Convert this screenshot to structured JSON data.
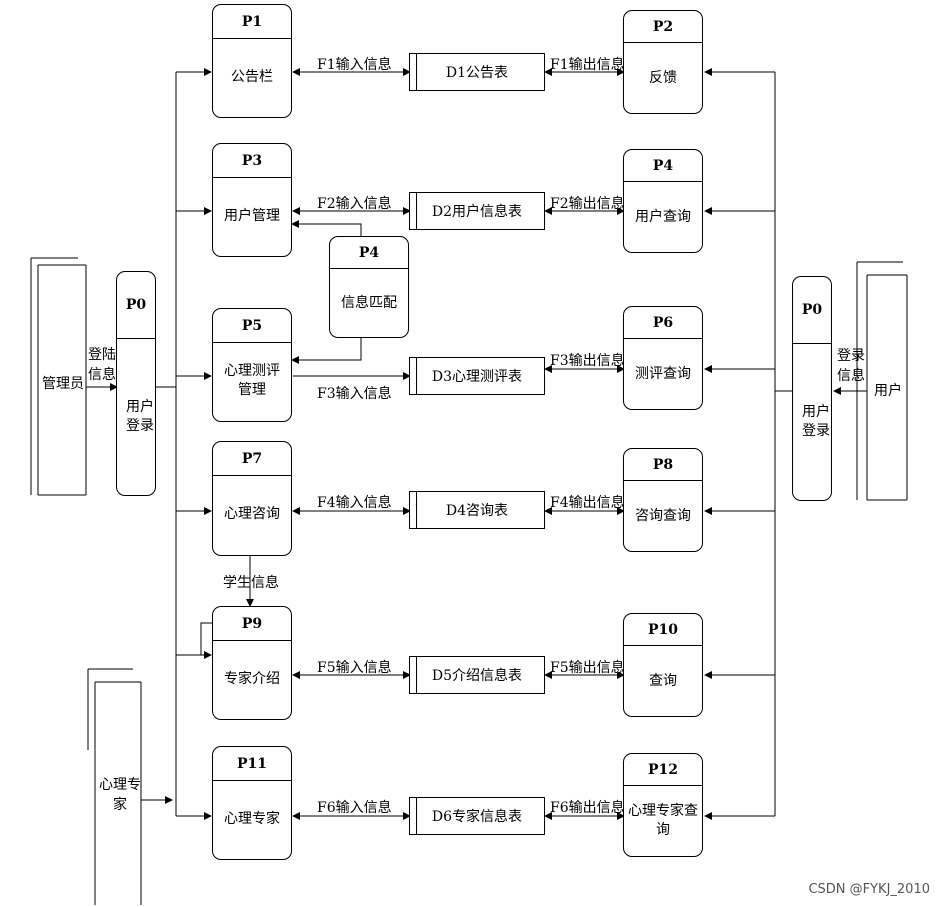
{
  "processes": {
    "p0_left": {
      "id": "P0",
      "label": "用户登录"
    },
    "p0_right": {
      "id": "P0",
      "label": "用户登录"
    },
    "p1": {
      "id": "P1",
      "label": "公告栏"
    },
    "p2": {
      "id": "P2",
      "label": "反馈"
    },
    "p3": {
      "id": "P3",
      "label": "用户管理"
    },
    "p4_mid": {
      "id": "P4",
      "label": "信息匹配"
    },
    "p4": {
      "id": "P4",
      "label": "用户查询"
    },
    "p5": {
      "id": "P5",
      "label": "心理测评管理"
    },
    "p6": {
      "id": "P6",
      "label": "测评查询"
    },
    "p7": {
      "id": "P7",
      "label": "心理咨询"
    },
    "p8": {
      "id": "P8",
      "label": "咨询查询"
    },
    "p9": {
      "id": "P9",
      "label": "专家介绍"
    },
    "p10": {
      "id": "P10",
      "label": "查询"
    },
    "p11": {
      "id": "P11",
      "label": "心理专家"
    },
    "p12": {
      "id": "P12",
      "label": "心理专家查询"
    }
  },
  "stores": {
    "d1": "D1公告表",
    "d2": "D2用户信息表",
    "d3": "D3心理测评表",
    "d4": "D4咨询表",
    "d5": "D5介绍信息表",
    "d6": "D6专家信息表"
  },
  "externals": {
    "admin": "管理员",
    "user": "用户",
    "expert": "心理专家"
  },
  "flows": {
    "f1_in": "F1输入信息",
    "f1_out": "F1输出信息",
    "f2_in": "F2输入信息",
    "f2_out": "F2输出信息",
    "f3_in": "F3输入信息",
    "f3_out": "F3输出信息",
    "f4_in": "F4输入信息",
    "f4_out": "F4输出信息",
    "f5_in": "F5输入信息",
    "f5_out": "F5输出信息",
    "f6_in": "F6输入信息",
    "f6_out": "F6输出信息",
    "login_left": "登陆信息",
    "login_right": "登录信息",
    "student_info": "学生信息"
  },
  "watermark": "CSDN @FYKJ_2010"
}
